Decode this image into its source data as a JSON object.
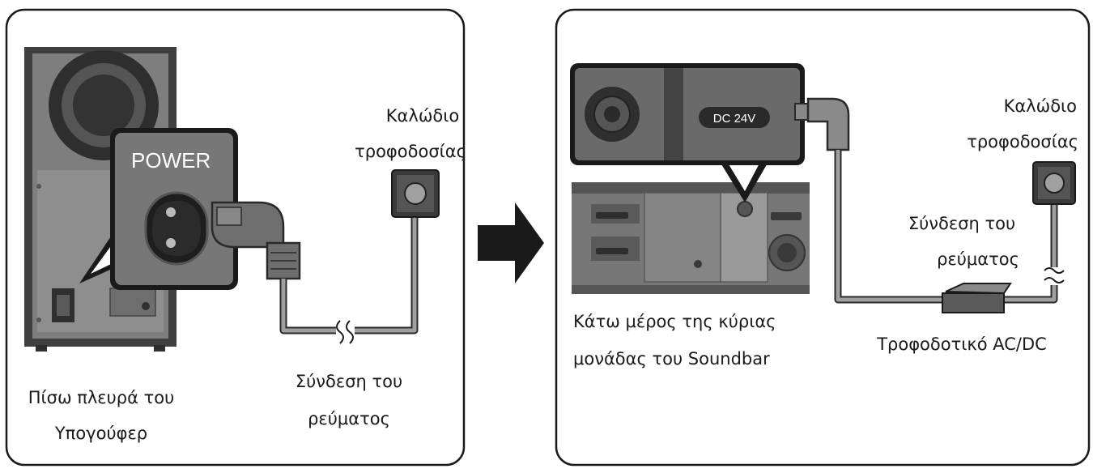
{
  "left_panel": {
    "cable_label_line1": "Καλώδιο",
    "cable_label_line2": "τροφοδοσίας",
    "power_label": "POWER",
    "connection_line1": "Σύνδεση του",
    "connection_line2": "ρεύματος",
    "subwoofer_line1": "Πίσω πλευρά του",
    "subwoofer_line2": "Υπογούφερ"
  },
  "right_panel": {
    "dc_label": "DC 24V",
    "cable_label_line1": "Καλώδιο",
    "cable_label_line2": "τροφοδοσίας",
    "connection_line1": "Σύνδεση του",
    "connection_line2": "ρεύματος",
    "soundbar_line1": "Κάτω μέρος της κύριας",
    "soundbar_line2": "μονάδας του Soundbar",
    "adapter_label": "Τροφοδοτικό AC/DC"
  },
  "colors": {
    "panel_border": "#1a1a1a",
    "device_dark": "#4a4a4a",
    "device_mid": "#8a8a8a",
    "cable": "#9a9a9a",
    "arrow": "#1a1a1a"
  }
}
